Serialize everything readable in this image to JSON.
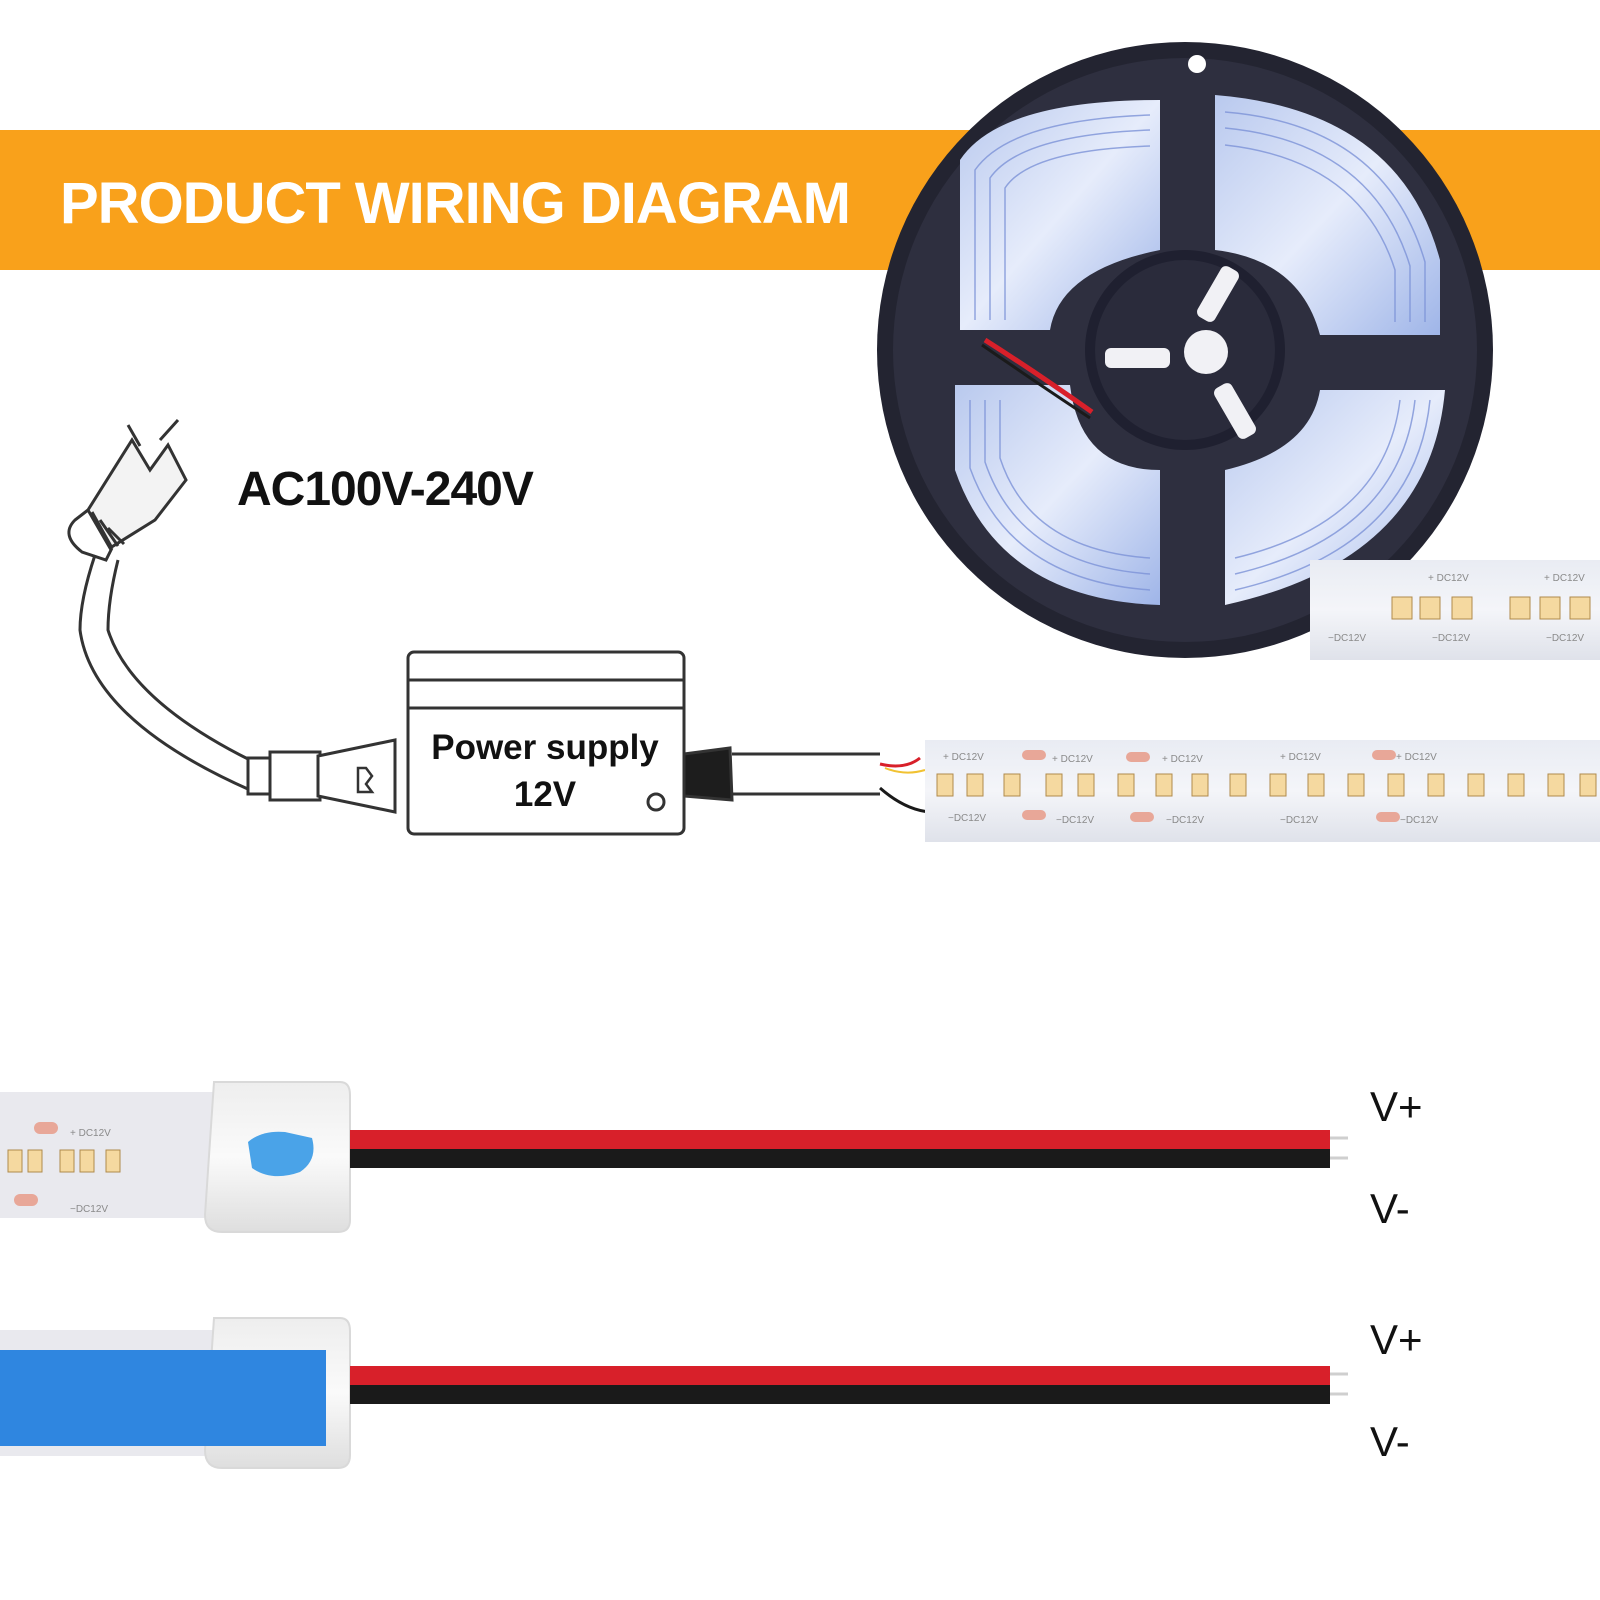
{
  "banner": {
    "title": "PRODUCT WIRING DIAGRAM",
    "color": "#f9a11b"
  },
  "input": {
    "voltage_label": "AC100V-240V",
    "plug_icon": "ac-plug-icon"
  },
  "power_supply": {
    "name": "Power supply",
    "voltage": "12V"
  },
  "strip": {
    "plus_marking": "+ DC12V",
    "minus_marking": "−DC12V",
    "led_color": "#f5d9a0"
  },
  "wiring": [
    {
      "end_type": "led-strip-end",
      "positive_label": "V+",
      "negative_label": "V-",
      "positive_wire_color": "#d8202a",
      "negative_wire_color": "#1a1a1a"
    },
    {
      "end_type": "blue-capped-end",
      "positive_label": "V+",
      "negative_label": "V-",
      "positive_wire_color": "#d8202a",
      "negative_wire_color": "#1a1a1a"
    }
  ]
}
